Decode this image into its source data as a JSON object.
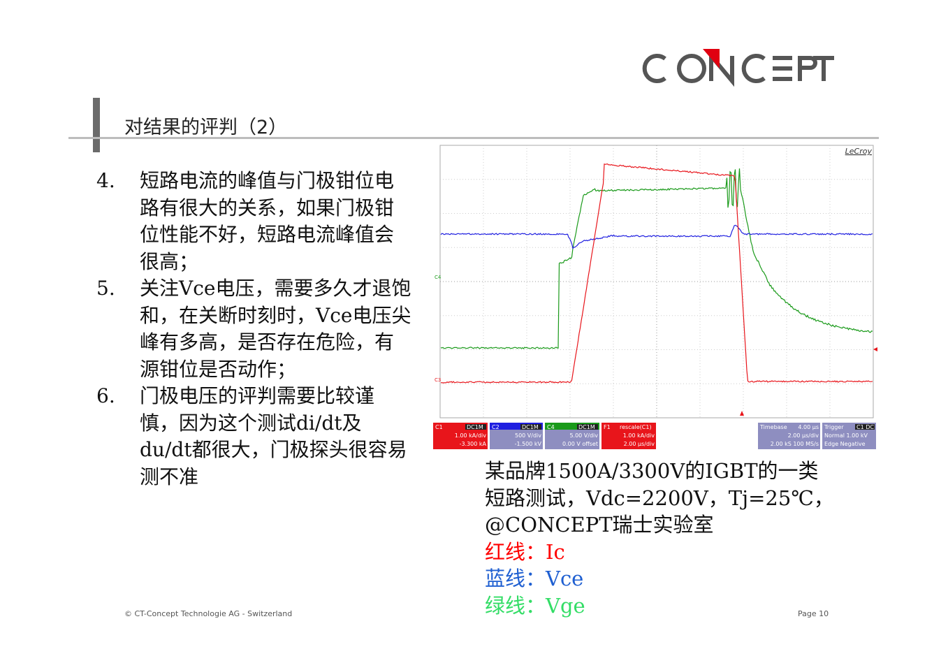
{
  "logo": {
    "text": "CONCEPT"
  },
  "page_title": "对结果的评判（2）",
  "bullets": [
    {
      "num": "4.",
      "text": "短路电流的峰值与门极钳位电路有很大的关系，如果门极钳位性能不好，短路电流峰值会很高；"
    },
    {
      "num": "5.",
      "text": "关注Vce电压，需要多久才退饱和，在关断时刻时，Vce电压尖峰有多高，是否存在危险，有源钳位是否动作；"
    },
    {
      "num": "6.",
      "text": "门极电压的评判需要比较谨慎，因为这个测试di/dt及du/dt都很大，门极探头很容易测不准"
    }
  ],
  "scope": {
    "brand": "LeCroy",
    "channel_markers": {
      "c4": "C4",
      "c3": "C3"
    },
    "readouts": [
      {
        "id": "C1",
        "coupling": "DC1M",
        "line1": "1.00 kA/div",
        "line2": "-3.300 kA",
        "color": "#e8151b"
      },
      {
        "id": "C2",
        "coupling": "DC1M",
        "line1": "500 V/div",
        "line2": "-1.500 kV",
        "color": "#1f1fe0"
      },
      {
        "id": "C4",
        "coupling": "DC1M",
        "line1": "5.00 V/div",
        "line2": "0.00 V offset",
        "color": "#1a9a1a"
      },
      {
        "id": "F1",
        "coupling": "rescale(C1)",
        "line1": "1.00 kA/div",
        "line2": "2.00 µs/div",
        "color": "#e8151b"
      }
    ],
    "timebase": {
      "label": "Timebase",
      "value": "4.00 µs",
      "line1": "2.00 µs/div",
      "line2": "2.00 kS    100 MS/s"
    },
    "trigger": {
      "label": "Trigger",
      "value": "C1 DC",
      "line1": "Normal    1.00 kV",
      "line2": "Edge    Negative"
    },
    "colors": {
      "ic": "#e8151b",
      "vce": "#1f1fe0",
      "vge": "#1a9a1a"
    }
  },
  "caption": {
    "line1": "某品牌1500A/3300V的IGBT的一类",
    "line2": "短路测试，Vdc=2200V，Tj=25℃，",
    "line3": "@CONCEPT瑞士实验室",
    "red": "红线：Ic",
    "blue": "蓝线：Vce",
    "green": "绿线：Vge",
    "colors": {
      "red": "#ff0000",
      "blue": "#1f5fd1",
      "green": "#33dd66"
    }
  },
  "footer": {
    "left": "© CT-Concept Technologie AG - Switzerland",
    "right": "Page 10"
  }
}
